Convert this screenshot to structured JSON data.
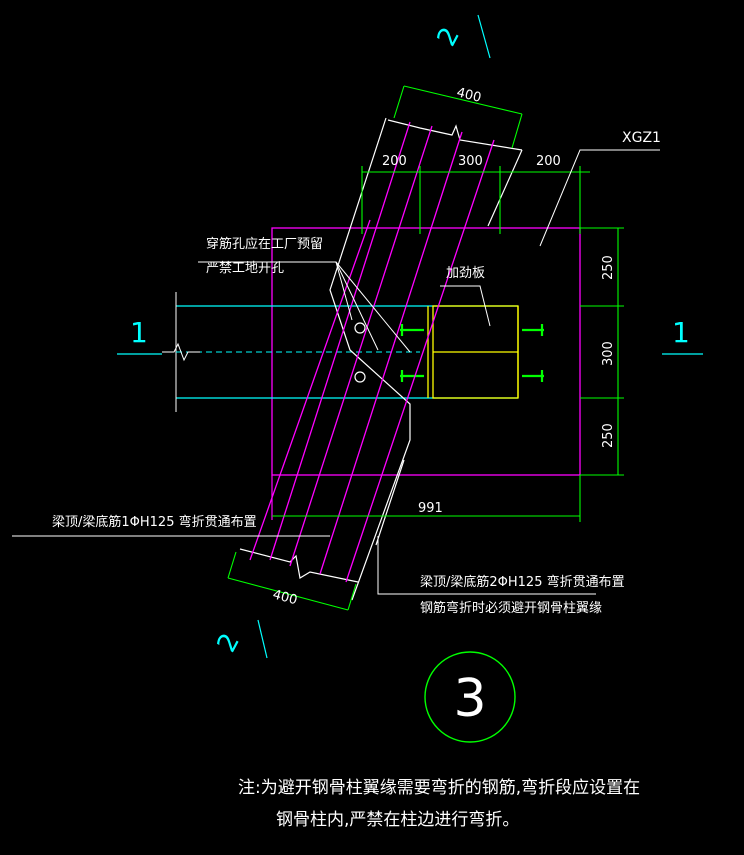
{
  "section_marks": {
    "left": "1",
    "right": "1",
    "top": "2",
    "bottom": "2"
  },
  "dimensions": {
    "top_width": "400",
    "top_left": "200",
    "top_mid": "300",
    "top_right": "200",
    "right_top": "250",
    "right_mid": "300",
    "right_bottom": "250",
    "bottom_horizontal": "991",
    "bottom_width": "400"
  },
  "labels": {
    "column_id": "XGZ1",
    "hole_note_line1": "穿筋孔应在工厂预留",
    "hole_note_line2": "严禁工地开孔",
    "stiffener": "加劲板",
    "rebar_1": "梁顶/梁底筋1ΦH125 弯折贯通布置",
    "rebar_2_line1": "梁顶/梁底筋2ΦH125 弯折贯通布置",
    "rebar_2_line2": "钢筋弯折时必须避开钢骨柱翼缘"
  },
  "detail_number": "3",
  "note": {
    "line1": "注:为避开钢骨柱翼缘需要弯折的钢筋,弯折段应设置在",
    "line2": "钢骨柱内,严禁在柱边进行弯折。"
  },
  "colors": {
    "background": "#000000",
    "cyan": "#00ffff",
    "magenta": "#ff00ff",
    "white": "#ffffff",
    "green": "#00ff00",
    "yellow": "#ffff00"
  }
}
